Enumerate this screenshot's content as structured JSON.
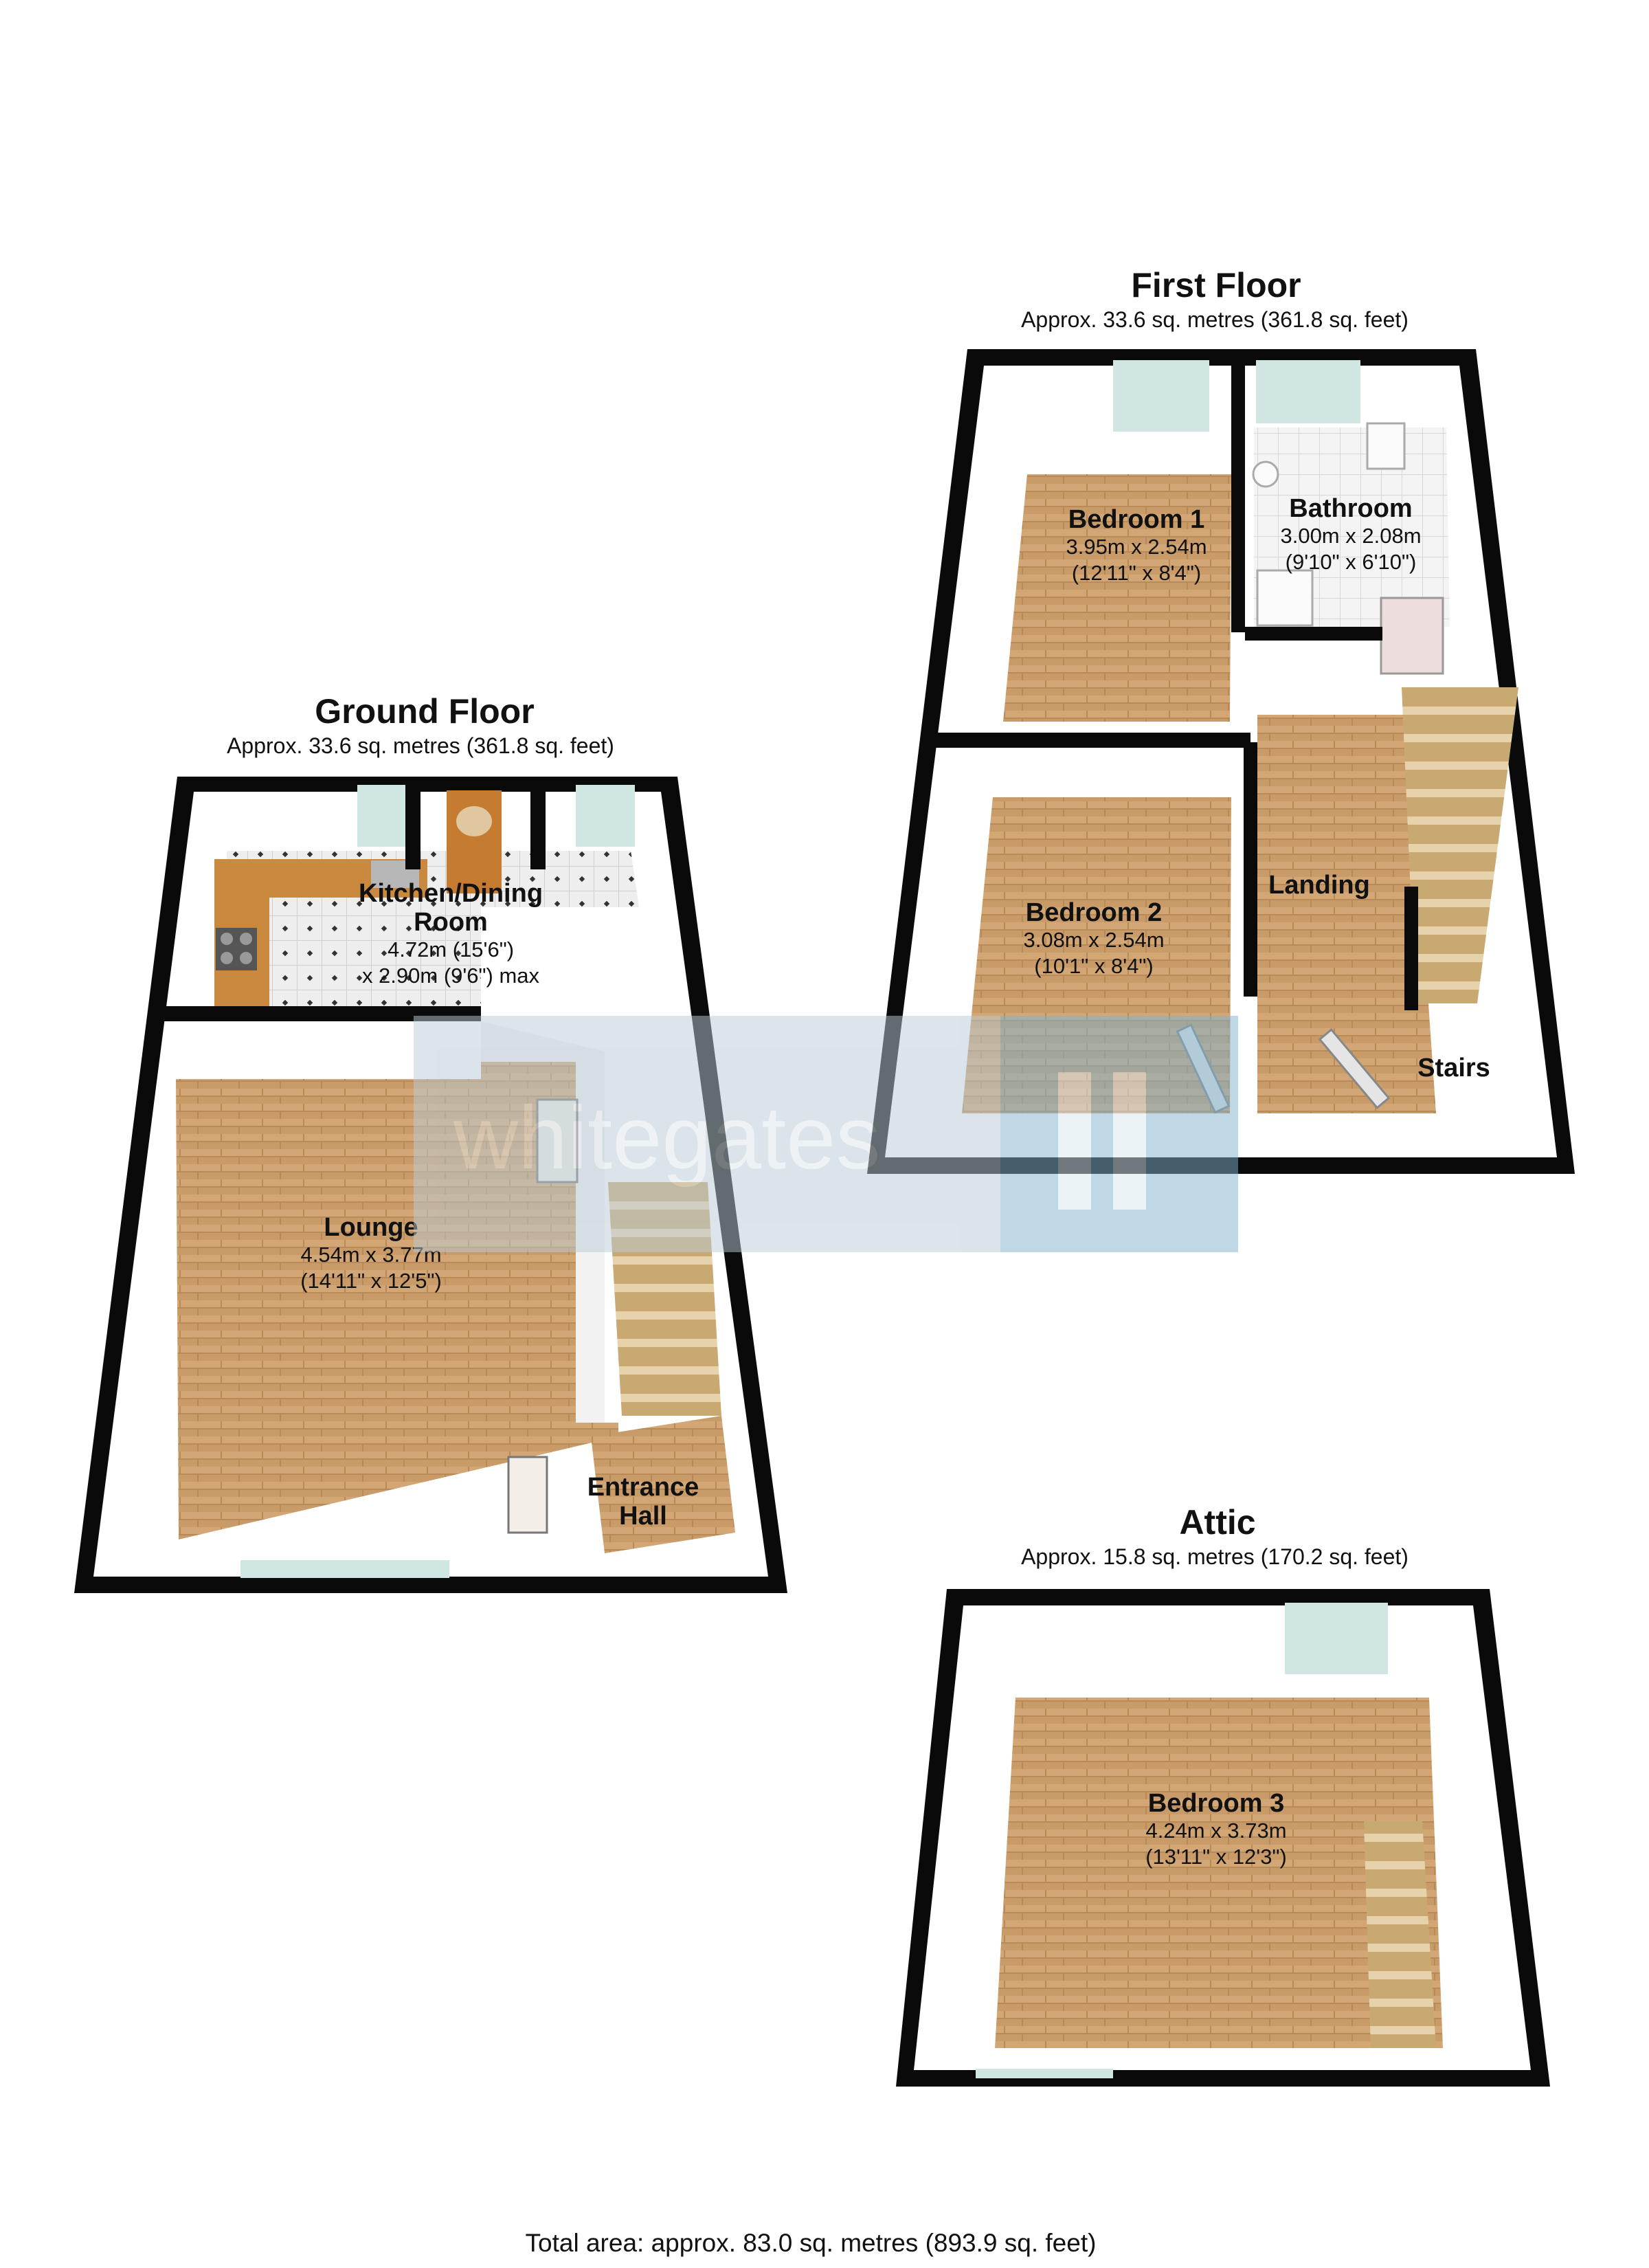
{
  "floors": {
    "ground": {
      "title": "Ground Floor",
      "area": "Approx. 33.6 sq. metres (361.8 sq. feet)",
      "rooms": {
        "kitchen": {
          "name1": "Kitchen/Dining",
          "name2": "Room",
          "dim1": "4.72m (15'6\")",
          "dim2": "x 2.90m (9'6\") max"
        },
        "lounge": {
          "name": "Lounge",
          "dim1": "4.54m x 3.77m",
          "dim2": "(14'11\" x 12'5\")"
        },
        "entrance": {
          "name1": "Entrance",
          "name2": "Hall"
        }
      }
    },
    "first": {
      "title": "First Floor",
      "area": "Approx. 33.6 sq. metres (361.8 sq. feet)",
      "rooms": {
        "bedroom1": {
          "name": "Bedroom 1",
          "dim1": "3.95m x 2.54m",
          "dim2": "(12'11\" x 8'4\")"
        },
        "bathroom": {
          "name": "Bathroom",
          "dim1": "3.00m x 2.08m",
          "dim2": "(9'10\" x 6'10\")"
        },
        "bedroom2": {
          "name": "Bedroom 2",
          "dim1": "3.08m x 2.54m",
          "dim2": "(10'1\" x 8'4\")"
        },
        "landing": {
          "name": "Landing"
        },
        "stairs": {
          "name": "Stairs"
        }
      }
    },
    "attic": {
      "title": "Attic",
      "area": "Approx. 15.8 sq. metres (170.2 sq. feet)",
      "rooms": {
        "bedroom3": {
          "name": "Bedroom 3",
          "dim1": "4.24m x 3.73m",
          "dim2": "(13'11\" x 12'3\")"
        }
      }
    }
  },
  "watermark": {
    "text": "whitegates"
  },
  "total_area": "Total area: approx. 83.0 sq. metres (893.9 sq. feet)",
  "colors": {
    "wall": "#0a0a0a",
    "floor_wood": "#c9a070",
    "inner_wall": "#ffffff",
    "window": "#cfe6e2",
    "watermark": "#90b4c8"
  }
}
